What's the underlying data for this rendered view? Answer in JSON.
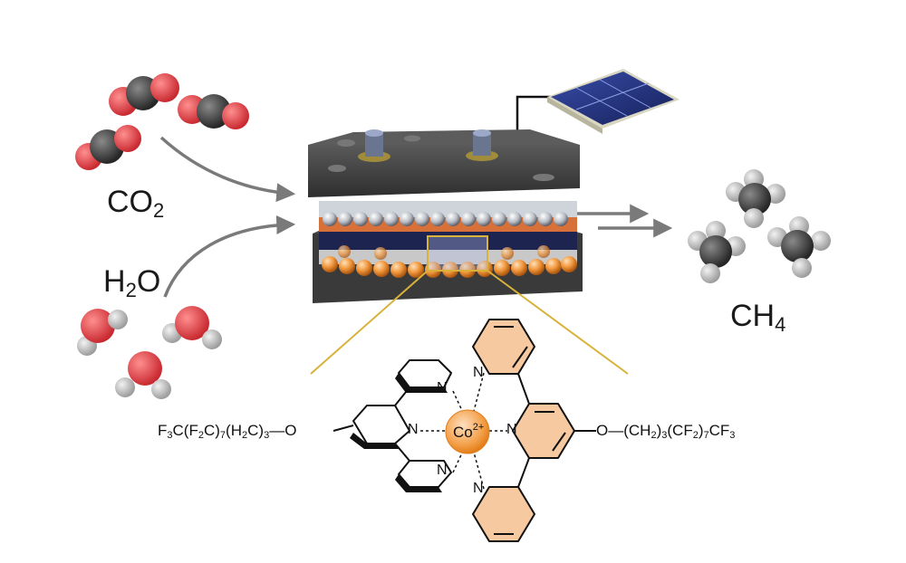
{
  "labels": {
    "co2": {
      "main": "CO",
      "sub": "2"
    },
    "h2o": {
      "pre": "H",
      "sub": "2",
      "post": "O"
    },
    "ch4": {
      "main": "CH",
      "sub": "4"
    }
  },
  "molecule": {
    "left_chain": [
      "F",
      "3",
      "C(F",
      "2",
      "C)",
      "7",
      "(H",
      "2",
      "C)",
      "3",
      "—O"
    ],
    "right_chain": [
      "O—(CH",
      "2",
      ")",
      "3",
      "(CF",
      "2",
      ")",
      "7",
      "CF",
      "3"
    ],
    "metal": {
      "symbol": "Co",
      "charge": "2+"
    },
    "nitrogen": "N"
  },
  "colors": {
    "device_body": "#3a3a3a",
    "pyridine_fill": "#f7c9a0",
    "cobalt": "#f59a3a",
    "oxygen": "#e0434a",
    "hydrogen": "#c8c8c8",
    "carbon": "#3a3a3a",
    "solar_panel": "#1f2f7a",
    "guide_lines": "#d8b23a",
    "arrows": "#7a7a7a"
  }
}
